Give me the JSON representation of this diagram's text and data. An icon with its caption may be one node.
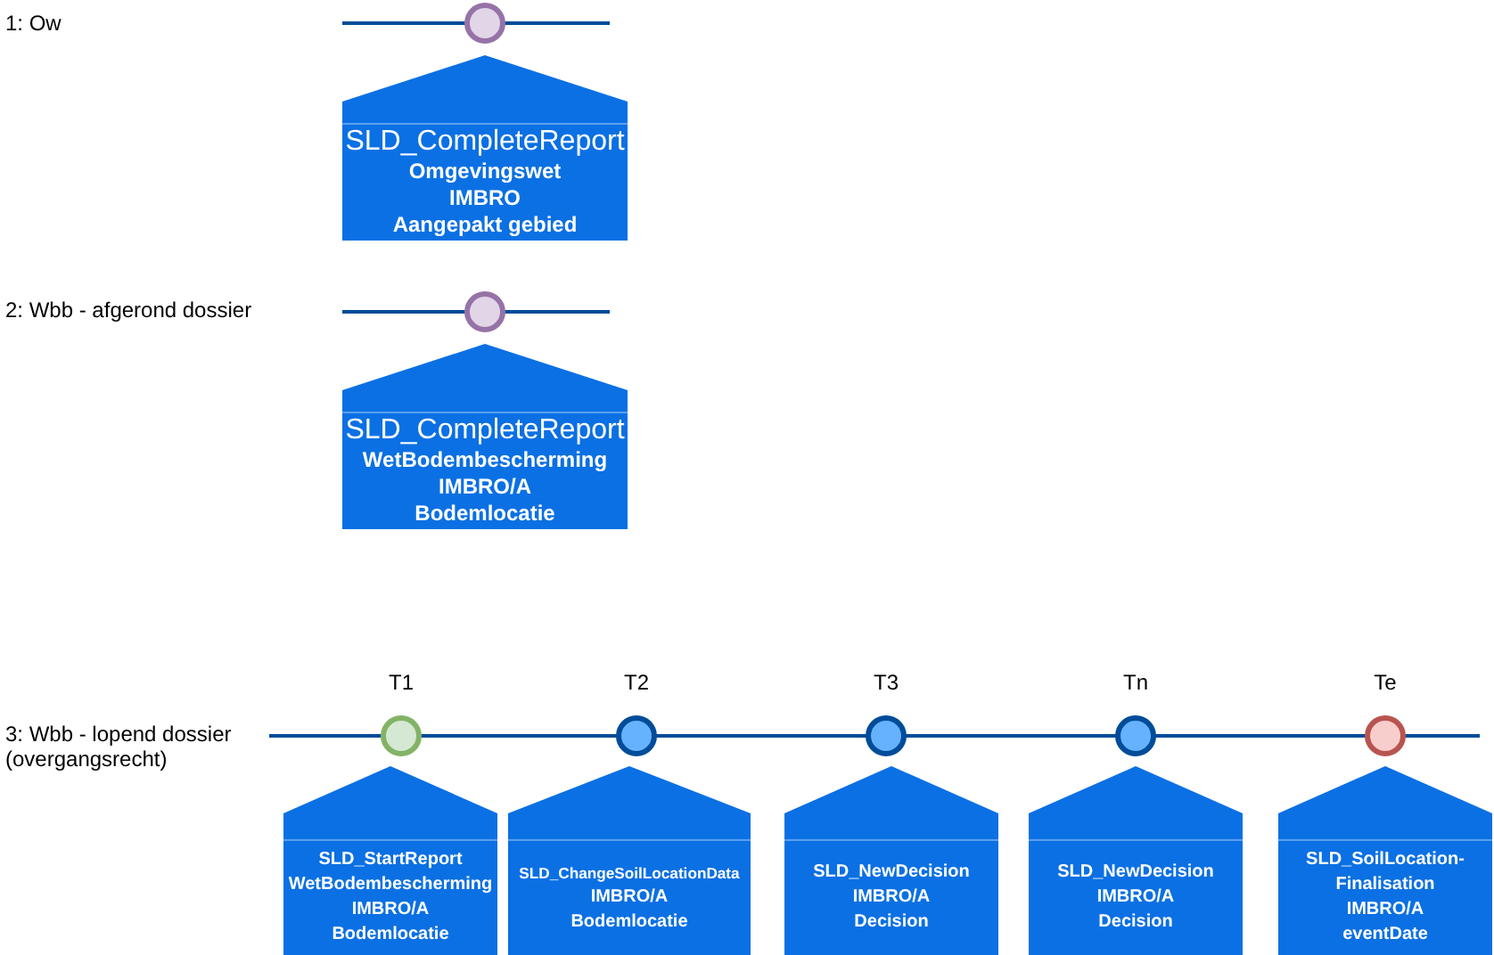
{
  "diagram": {
    "nodes": [
      {
        "text": [
          "SLD_CompleteReport",
          "Omgevingswet",
          "IMBRO",
          "Aangepakt gebied"
        ]
      },
      {
        "text": [
          "SLD_CompleteReport",
          "WetBodembescherming",
          "IMBRO/A",
          "Bodemlocatie"
        ]
      },
      {
        "text": [
          "SLD_StartReport",
          "WetBodembescherming",
          "IMBRO/A",
          "Bodemlocatie"
        ]
      },
      {
        "text": [
          "SLD_ChangeSoilLocationData",
          "IMBRO/A",
          "Bodemlocatie"
        ]
      },
      {
        "text": [
          "SLD_NewDecision",
          "IMBRO/A",
          "Decision"
        ]
      },
      {
        "text": [
          "SLD_NewDecision",
          "IMBRO/A",
          "Decision"
        ]
      },
      {
        "text": [
          "SLD_SoilLocation-Finalisation",
          "IMBRO/A",
          "eventDate"
        ]
      }
    ],
    "labels": [
      "1: Ow",
      "2: Wbb - afgerond dossier",
      "T1",
      "T2",
      "T3",
      "Tn",
      "Te",
      "3: Wbb - lopend dossier (overgangsrecht)"
    ]
  }
}
